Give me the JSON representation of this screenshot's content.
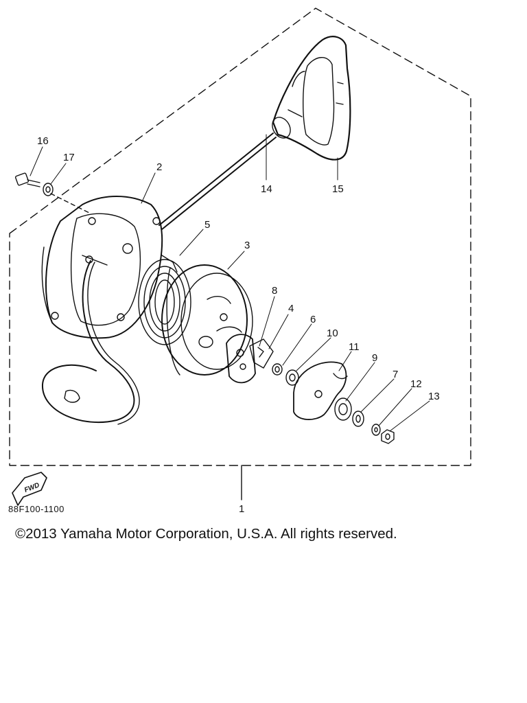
{
  "diagram": {
    "part_numbers": {
      "p1": "1",
      "p2": "2",
      "p3": "3",
      "p4": "4",
      "p5": "5",
      "p6": "6",
      "p7": "7",
      "p8": "8",
      "p9": "9",
      "p10": "10",
      "p11": "11",
      "p12": "12",
      "p13": "13",
      "p14": "14",
      "p15": "15",
      "p16": "16",
      "p17": "17"
    },
    "fwd_label": "FWD",
    "figure_code": "88F100-1100"
  },
  "footer": {
    "copyright": "©2013 Yamaha Motor Corporation, U.S.A. All rights reserved."
  }
}
